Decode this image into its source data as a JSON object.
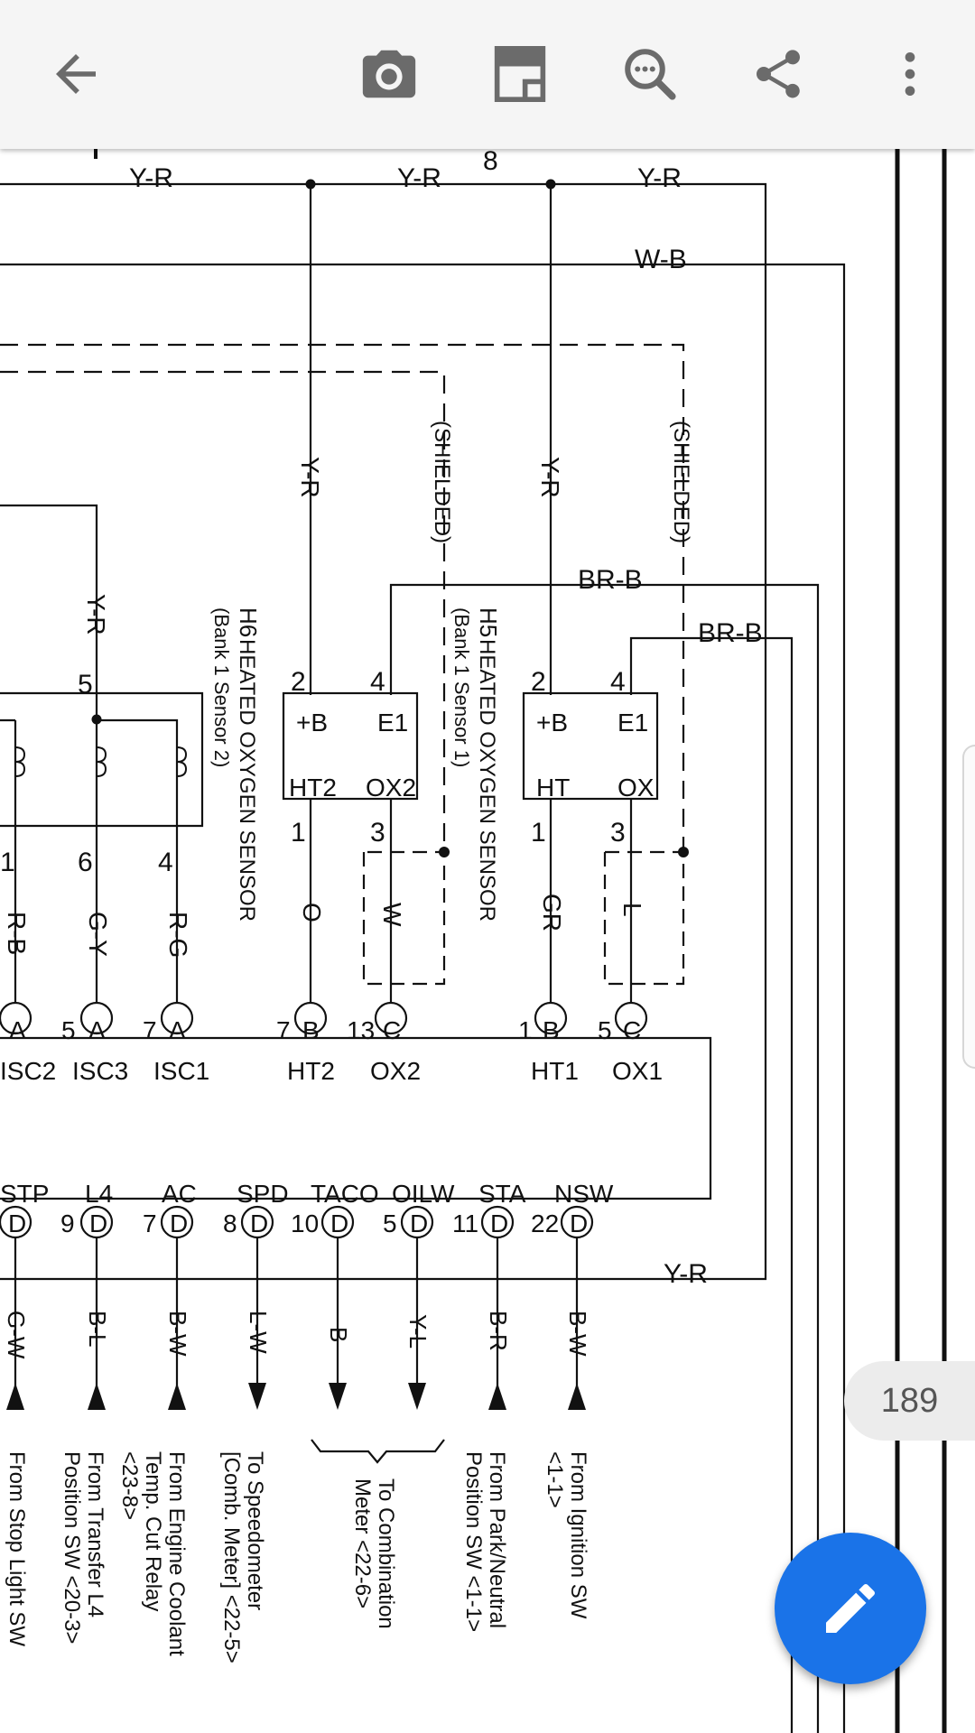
{
  "toolbar": {
    "icons": [
      "back-arrow-icon",
      "camera-icon",
      "page-layout-icon",
      "search-zoom-icon",
      "share-icon",
      "more-vert-icon"
    ]
  },
  "page_indicator": {
    "number": "189"
  },
  "fab": {
    "icon": "pencil-icon",
    "color": "#1a73e8"
  },
  "diagram": {
    "top_number": "8",
    "wire_labels": {
      "top_left": "Y-R",
      "top_mid": "Y-R",
      "top_right": "Y-R",
      "wb": "W-B",
      "vert_yr_h6": "Y-R",
      "vert_yr_h5": "Y-R",
      "vert_yr_left": "Y-R",
      "shielded_1": "(SHIELDED)",
      "shielded_2": "(SHIELDED)",
      "brb_1": "BR-B",
      "brb_2": "BR-B",
      "bottom_yr": "Y-R"
    },
    "sensor_h6": {
      "id": "H6",
      "name": "HEATED OXYGEN SENSOR",
      "sub": "(Bank 1 Sensor 2)",
      "pins": {
        "top_left": "2",
        "top_right": "4",
        "bottom_left": "1",
        "bottom_right": "3"
      },
      "terminals": {
        "plus_b": "+B",
        "e1": "E1",
        "ht": "HT2",
        "ox": "OX2"
      },
      "wires": {
        "ht": "O",
        "ox": "W"
      }
    },
    "sensor_h5": {
      "id": "H5",
      "name": "HEATED OXYGEN SENSOR",
      "sub": "(Bank 1 Sensor 1)",
      "pins": {
        "top_left": "2",
        "top_right": "4",
        "bottom_left": "1",
        "bottom_right": "3"
      },
      "terminals": {
        "plus_b": "+B",
        "e1": "E1",
        "ht": "HT",
        "ox": "OX"
      },
      "wires": {
        "ht": "GR",
        "ox": "L"
      }
    },
    "isc": {
      "pin_top": "5",
      "pins_bottom": [
        "1",
        "6",
        "4"
      ],
      "wires": [
        "R-B",
        "G-Y",
        "R-G"
      ]
    },
    "ecm_top_terminals": [
      {
        "conn": "A",
        "num": "",
        "name": "ISC2"
      },
      {
        "conn": "A",
        "num": "5",
        "name": "ISC3"
      },
      {
        "conn": "A",
        "num": "7",
        "name": "ISC1"
      },
      {
        "conn": "B",
        "num": "7",
        "name": "HT2"
      },
      {
        "conn": "C",
        "num": "13",
        "name": "OX2"
      },
      {
        "conn": "B",
        "num": "1",
        "name": "HT1"
      },
      {
        "conn": "C",
        "num": "5",
        "name": "OX1"
      }
    ],
    "ecm_bottom_terminals": [
      {
        "name": "STP",
        "num": "",
        "conn": "D",
        "wire": "G-W",
        "dir": "in"
      },
      {
        "name": "L4",
        "num": "9",
        "conn": "D",
        "wire": "B-L",
        "dir": "in"
      },
      {
        "name": "AC",
        "num": "7",
        "conn": "D",
        "wire": "B-W",
        "dir": "in"
      },
      {
        "name": "SPD",
        "num": "8",
        "conn": "D",
        "wire": "L-W",
        "dir": "out"
      },
      {
        "name": "TACO",
        "num": "10",
        "conn": "D",
        "wire": "B",
        "dir": "out"
      },
      {
        "name": "OILW",
        "num": "5",
        "conn": "D",
        "wire": "Y-L",
        "dir": "out"
      },
      {
        "name": "STA",
        "num": "11",
        "conn": "D",
        "wire": "B-R",
        "dir": "in"
      },
      {
        "name": "NSW",
        "num": "22",
        "conn": "D",
        "wire": "B-W",
        "dir": "in"
      }
    ],
    "destinations": {
      "stp_1": "From Stop Light SW",
      "l4_1": "From Transfer L4",
      "l4_2": "Position SW <20-3>",
      "ac_1": "From Engine Coolant",
      "ac_2": "Temp. Cut Relay",
      "ac_3": "<23-8>",
      "spd_1": "To Speedometer",
      "spd_2": "[Comb. Meter] <22-5>",
      "comb_1": "To Combination",
      "comb_2": "Meter <22-6>",
      "sta_1": "From Park/Neutral",
      "sta_2": "Position SW <1-1>",
      "nsw_1": "From Ignition SW",
      "nsw_2": "<1-1>"
    }
  }
}
